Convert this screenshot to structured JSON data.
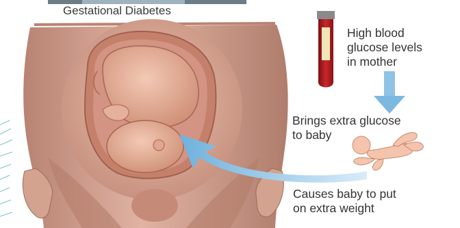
{
  "title": "Gestational Diabetes",
  "steps": [
    {
      "line1": "High blood",
      "line2": "glucose levels",
      "line3": "in mother"
    },
    {
      "line1": "Brings extra glucose",
      "line2": "to baby"
    },
    {
      "line1": "Causes baby to put",
      "line2": "on extra weight"
    }
  ],
  "colors": {
    "arrow": "#8fc3e6",
    "tube_blood": "#b51f24",
    "skin": "#cf9a86",
    "uterus": "#c5806c"
  },
  "icons": [
    "blood-tube-icon",
    "down-arrow-icon",
    "curved-arrow-icon",
    "baby-icon"
  ]
}
